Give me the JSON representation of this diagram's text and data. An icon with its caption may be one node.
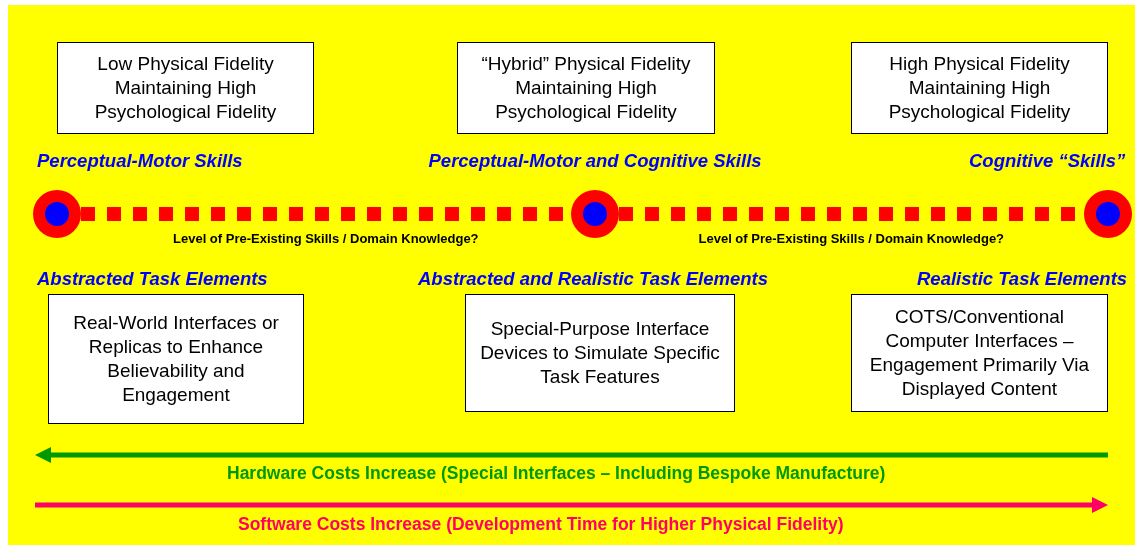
{
  "diagram": {
    "nodes": [
      {
        "text": [
          "Low Physical Fidelity Maintaining High Psychological Fidelity"
        ]
      },
      {
        "text": [
          "“Hybrid” Physical Fidelity Maintaining High Psychological Fidelity"
        ]
      },
      {
        "text": [
          "High Physical Fidelity Maintaining High Psychological Fidelity"
        ]
      },
      {
        "text": [
          "Real-World Interfaces or Replicas to Enhance Believability and Engagement"
        ]
      },
      {
        "text": [
          "Special-Purpose Interface Devices to Simulate Specific Task Features"
        ]
      },
      {
        "text": [
          "COTS/Conventional Computer Interfaces – Engagement Primarily Via Displayed Content"
        ]
      },
      {
        "text": [],
        "shape": "circle"
      },
      {
        "text": [],
        "shape": "circle"
      },
      {
        "text": [],
        "shape": "circle"
      }
    ],
    "edges": [
      {
        "from": 6,
        "to": 7,
        "arrow": "none",
        "style": "dashed",
        "label": "Level of Pre-Existing Skills / Domain Knowledge?"
      },
      {
        "from": 7,
        "to": 8,
        "arrow": "none",
        "style": "dashed",
        "label": "Level of Pre-Existing Skills / Domain Knowledge?"
      }
    ],
    "labels": [
      "Perceptual-Motor Skills",
      "Perceptual-Motor and Cognitive Skills",
      "Cognitive “Skills”",
      "Abstracted Task Elements",
      "Abstracted and Realistic Task Elements",
      "Realistic Task Elements",
      "Hardware Costs Increase (Special Interfaces – Including Bespoke Manufacture)",
      "Software Costs Increase (Development Time for Higher Physical Fidelity)"
    ]
  }
}
